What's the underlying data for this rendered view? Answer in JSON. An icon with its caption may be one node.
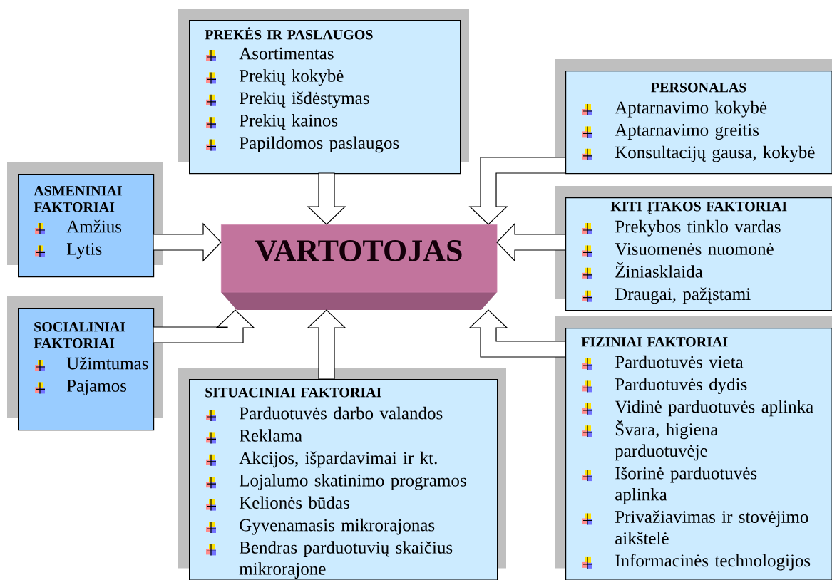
{
  "diagram": {
    "nodes": [
      {
        "text": [
          "PREKĖS IR PASLAUGOS",
          "Asortimentas",
          "Prekių kokybė",
          "Prekių išdėstymas",
          "Prekių kainos",
          "Papildomos paslaugos"
        ]
      },
      {
        "text": [
          "PERSONALAS",
          "Aptarnavimo kokybė",
          "Aptarnavimo greitis",
          "Konsultacijų gausa, kokybė"
        ]
      },
      {
        "text": [
          "ASMENINIAI FAKTORIAI",
          "Amžius",
          "Lytis"
        ]
      },
      {
        "text": [
          "VARTOTOJAS"
        ]
      },
      {
        "text": [
          "KITI ĮTAKOS FAKTORIAI",
          "Prekybos tinklo vardas",
          "Visuomenės nuomonė",
          "Žiniasklaida",
          "Draugai, pažįstami"
        ]
      },
      {
        "text": [
          "SOCIALINIAI FAKTORIAI",
          "Užimtumas",
          "Pajamos"
        ]
      },
      {
        "text": [
          "SITUACINIAI FAKTORIAI",
          "Parduotuvės darbo valandos",
          "Reklama",
          "Akcijos, išpardavimai ir kt.",
          "Lojalumo skatinimo programos",
          "Kelionės būdas",
          "Gyvenamasis mikrorajonas",
          "Bendras parduotuvių skaičius mikrorajone"
        ]
      },
      {
        "text": [
          "FIZINIAI FAKTORIAI",
          "Parduotuvės vieta",
          "Parduotuvės dydis",
          "Vidinė parduotuvės aplinka",
          "Švara, higiena parduotuvėje",
          "Išorinė parduotuvės aplinka",
          "Privažiavimas ir stovėjimo aikštelė",
          "Informacinės technologijos"
        ]
      }
    ],
    "edges": [
      {
        "from": 0,
        "to": 3,
        "arrow": "to"
      },
      {
        "from": 1,
        "to": 3,
        "arrow": "to"
      },
      {
        "from": 2,
        "to": 3,
        "arrow": "to"
      },
      {
        "from": 4,
        "to": 3,
        "arrow": "to"
      },
      {
        "from": 5,
        "to": 3,
        "arrow": "to"
      },
      {
        "from": 6,
        "to": 3,
        "arrow": "to"
      },
      {
        "from": 7,
        "to": 3,
        "arrow": "to"
      }
    ]
  }
}
